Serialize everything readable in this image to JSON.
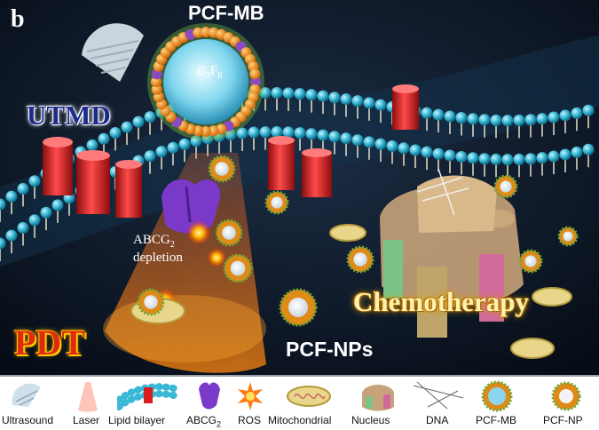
{
  "figure": {
    "panel_letter": "b",
    "top_title": "PCF-MB",
    "microbubble_core": "C3F8",
    "labels": {
      "utmd": "UTMD",
      "pdt": "PDT",
      "abcg_line1": "ABCG2",
      "abcg_line2": "depletion",
      "nanoparticles": "PCF-NPs",
      "chemotherapy": "Chemotherapy"
    },
    "colors": {
      "background": "#0e1a2a",
      "lipid_head": "#3ab8d6",
      "channel_red": "#d81e1e",
      "utmd_blue": "#1c2a8c",
      "pdt_red": "#e02a10"
    }
  },
  "legend": {
    "items": [
      {
        "label": "Ultrasound",
        "icon": "ultrasound-icon"
      },
      {
        "label": "Laser",
        "icon": "laser-icon"
      },
      {
        "label": "Lipid bilayer",
        "icon": "lipid-bilayer-icon"
      },
      {
        "label": "ABCG2",
        "icon": "abcg2-icon"
      },
      {
        "label": "ROS",
        "icon": "ros-icon"
      },
      {
        "label": "Mitochondrial",
        "icon": "mitochondria-icon"
      },
      {
        "label": "Nucleus",
        "icon": "nucleus-icon"
      },
      {
        "label": "DNA",
        "icon": "dna-icon"
      },
      {
        "label": "PCF-MB",
        "icon": "pcf-mb-icon"
      },
      {
        "label": "PCF-NP",
        "icon": "pcf-np-icon"
      }
    ]
  }
}
